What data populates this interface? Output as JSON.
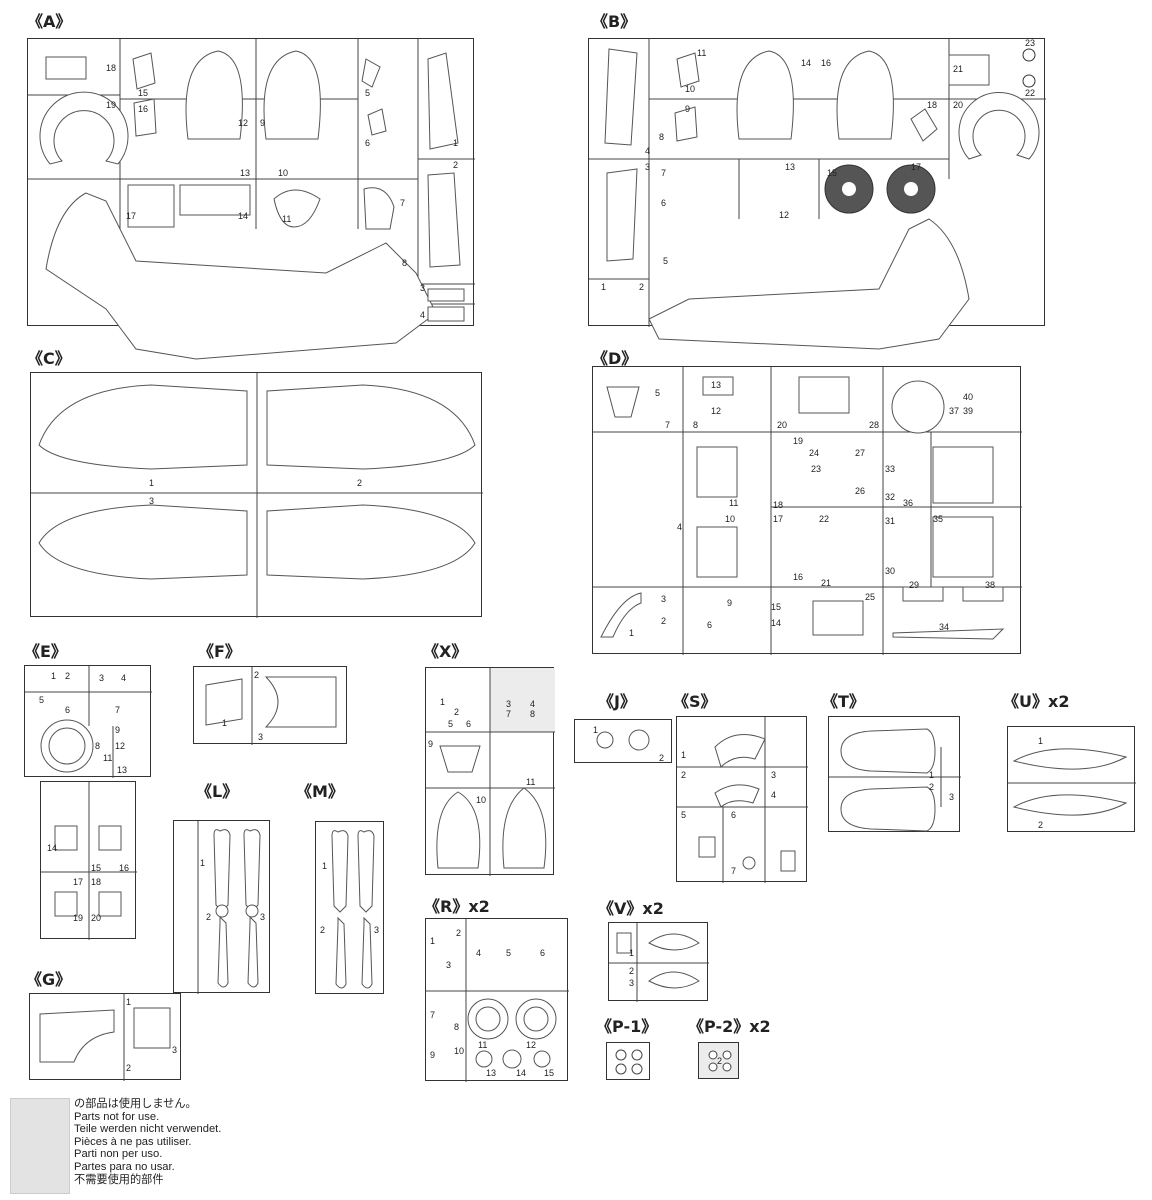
{
  "sprues": {
    "A": {
      "label": "《A》"
    },
    "B": {
      "label": "《B》"
    },
    "C": {
      "label": "《C》"
    },
    "D": {
      "label": "《D》"
    },
    "E": {
      "label": "《E》"
    },
    "F": {
      "label": "《F》"
    },
    "X": {
      "label": "《X》"
    },
    "J": {
      "label": "《J》"
    },
    "S": {
      "label": "《S》"
    },
    "T": {
      "label": "《T》"
    },
    "U": {
      "label": "《U》x2"
    },
    "L": {
      "label": "《L》"
    },
    "M": {
      "label": "《M》"
    },
    "R": {
      "label": "《R》x2"
    },
    "V": {
      "label": "《V》x2"
    },
    "G": {
      "label": "《G》"
    },
    "P1": {
      "label": "《P-1》"
    },
    "P2": {
      "label": "《P-2》x2"
    }
  },
  "part_numbers": {
    "A": [
      "18",
      "19",
      "16",
      "15",
      "12",
      "9",
      "5",
      "6",
      "1",
      "13",
      "10",
      "11",
      "17",
      "14",
      "7",
      "2",
      "8",
      "3",
      "4"
    ],
    "B": [
      "11",
      "10",
      "9",
      "14",
      "16",
      "23",
      "21",
      "22",
      "18",
      "20",
      "8",
      "4",
      "3",
      "13",
      "17",
      "15",
      "7",
      "6",
      "12",
      "5",
      "1",
      "2"
    ],
    "C": [
      "1",
      "2",
      "3"
    ],
    "D": [
      "5",
      "13",
      "12",
      "7",
      "8",
      "20",
      "28",
      "37",
      "40",
      "39",
      "19",
      "24",
      "27",
      "23",
      "33",
      "26",
      "32",
      "18",
      "11",
      "36",
      "17",
      "22",
      "31",
      "35",
      "10",
      "4",
      "16",
      "30",
      "21",
      "29",
      "38",
      "25",
      "3",
      "9",
      "15",
      "2",
      "14",
      "6",
      "1",
      "34"
    ],
    "E": [
      "1",
      "2",
      "3",
      "4",
      "5",
      "6",
      "7",
      "8",
      "9",
      "12",
      "11",
      "13",
      "14",
      "15",
      "16",
      "17",
      "18",
      "19",
      "20"
    ],
    "F": [
      "2",
      "1",
      "3"
    ],
    "X": [
      "1",
      "2",
      "3",
      "4",
      "5",
      "6",
      "7",
      "8",
      "9",
      "10",
      "11"
    ],
    "J": [
      "1",
      "2"
    ],
    "S": [
      "1",
      "2",
      "3",
      "4",
      "5",
      "6",
      "7"
    ],
    "T": [
      "1",
      "2",
      "3"
    ],
    "U": [
      "1",
      "2"
    ],
    "L": [
      "1",
      "2",
      "3"
    ],
    "M": [
      "1",
      "2",
      "3"
    ],
    "R": [
      "1",
      "2",
      "3",
      "4",
      "5",
      "6",
      "7",
      "8",
      "9",
      "10",
      "11",
      "12",
      "13",
      "14",
      "15"
    ],
    "V": [
      "1",
      "2",
      "3"
    ],
    "G": [
      "1",
      "2",
      "3"
    ],
    "P1": [],
    "P2": [
      "2"
    ]
  },
  "legend": {
    "lines": [
      "の部品は使用しません。",
      "Parts not for use.",
      "Teile werden nicht verwendet.",
      "Pièces à ne pas utiliser.",
      "Parti non per uso.",
      "Partes para no usar.",
      "不需要使用的部件"
    ]
  },
  "colors": {
    "line": "#333333",
    "unused_fill": "#e3e3e3"
  }
}
